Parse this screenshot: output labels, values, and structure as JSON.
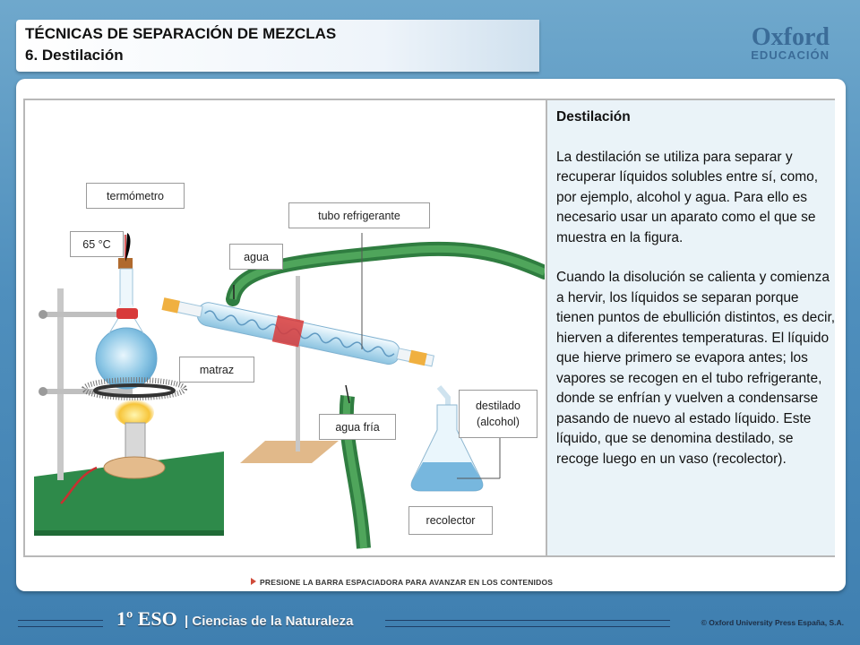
{
  "header": {
    "line1": "TÉCNICAS DE SEPARACIÓN DE MEZCLAS",
    "line2": "6. Destilación"
  },
  "logo": {
    "brand": "Oxford",
    "sub": "EDUCACIÓN"
  },
  "diagram": {
    "labels": {
      "termometro": "termómetro",
      "temperatura": "65 °C",
      "matraz": "matraz",
      "agua": "agua",
      "tubo": "tubo refrigerante",
      "agua_fria": "agua fría",
      "destilado": "destilado (alcohol)",
      "recolector": "recolector"
    }
  },
  "text": {
    "heading": "Destilación",
    "p1": "La destilación se utiliza para separar y recuperar líquidos solubles entre sí, como, por ejemplo, alcohol y agua. Para ello es necesario usar un aparato como el que se muestra en la figura.",
    "p2": "Cuando la disolución se calienta y comienza a hervir, los líquidos se separan porque tienen puntos de ebullición distintos, es decir, hierven a diferentes temperaturas. El líquido que hierve primero se evapora antes; los vapores se recogen en el tubo refrigerante, donde se enfrían y vuelven a condensarse pasando de nuevo al estado líquido. Este líquido, que se denomina destilado, se recoge luego en un vaso (recolector)."
  },
  "hint": "PRESIONE LA BARRA ESPACIADORA PARA AVANZAR EN LOS CONTENIDOS",
  "footer": {
    "level": "1º ESO",
    "course": "| Ciencias de la Naturaleza",
    "copyright": "© Oxford University Press España, S.A."
  }
}
